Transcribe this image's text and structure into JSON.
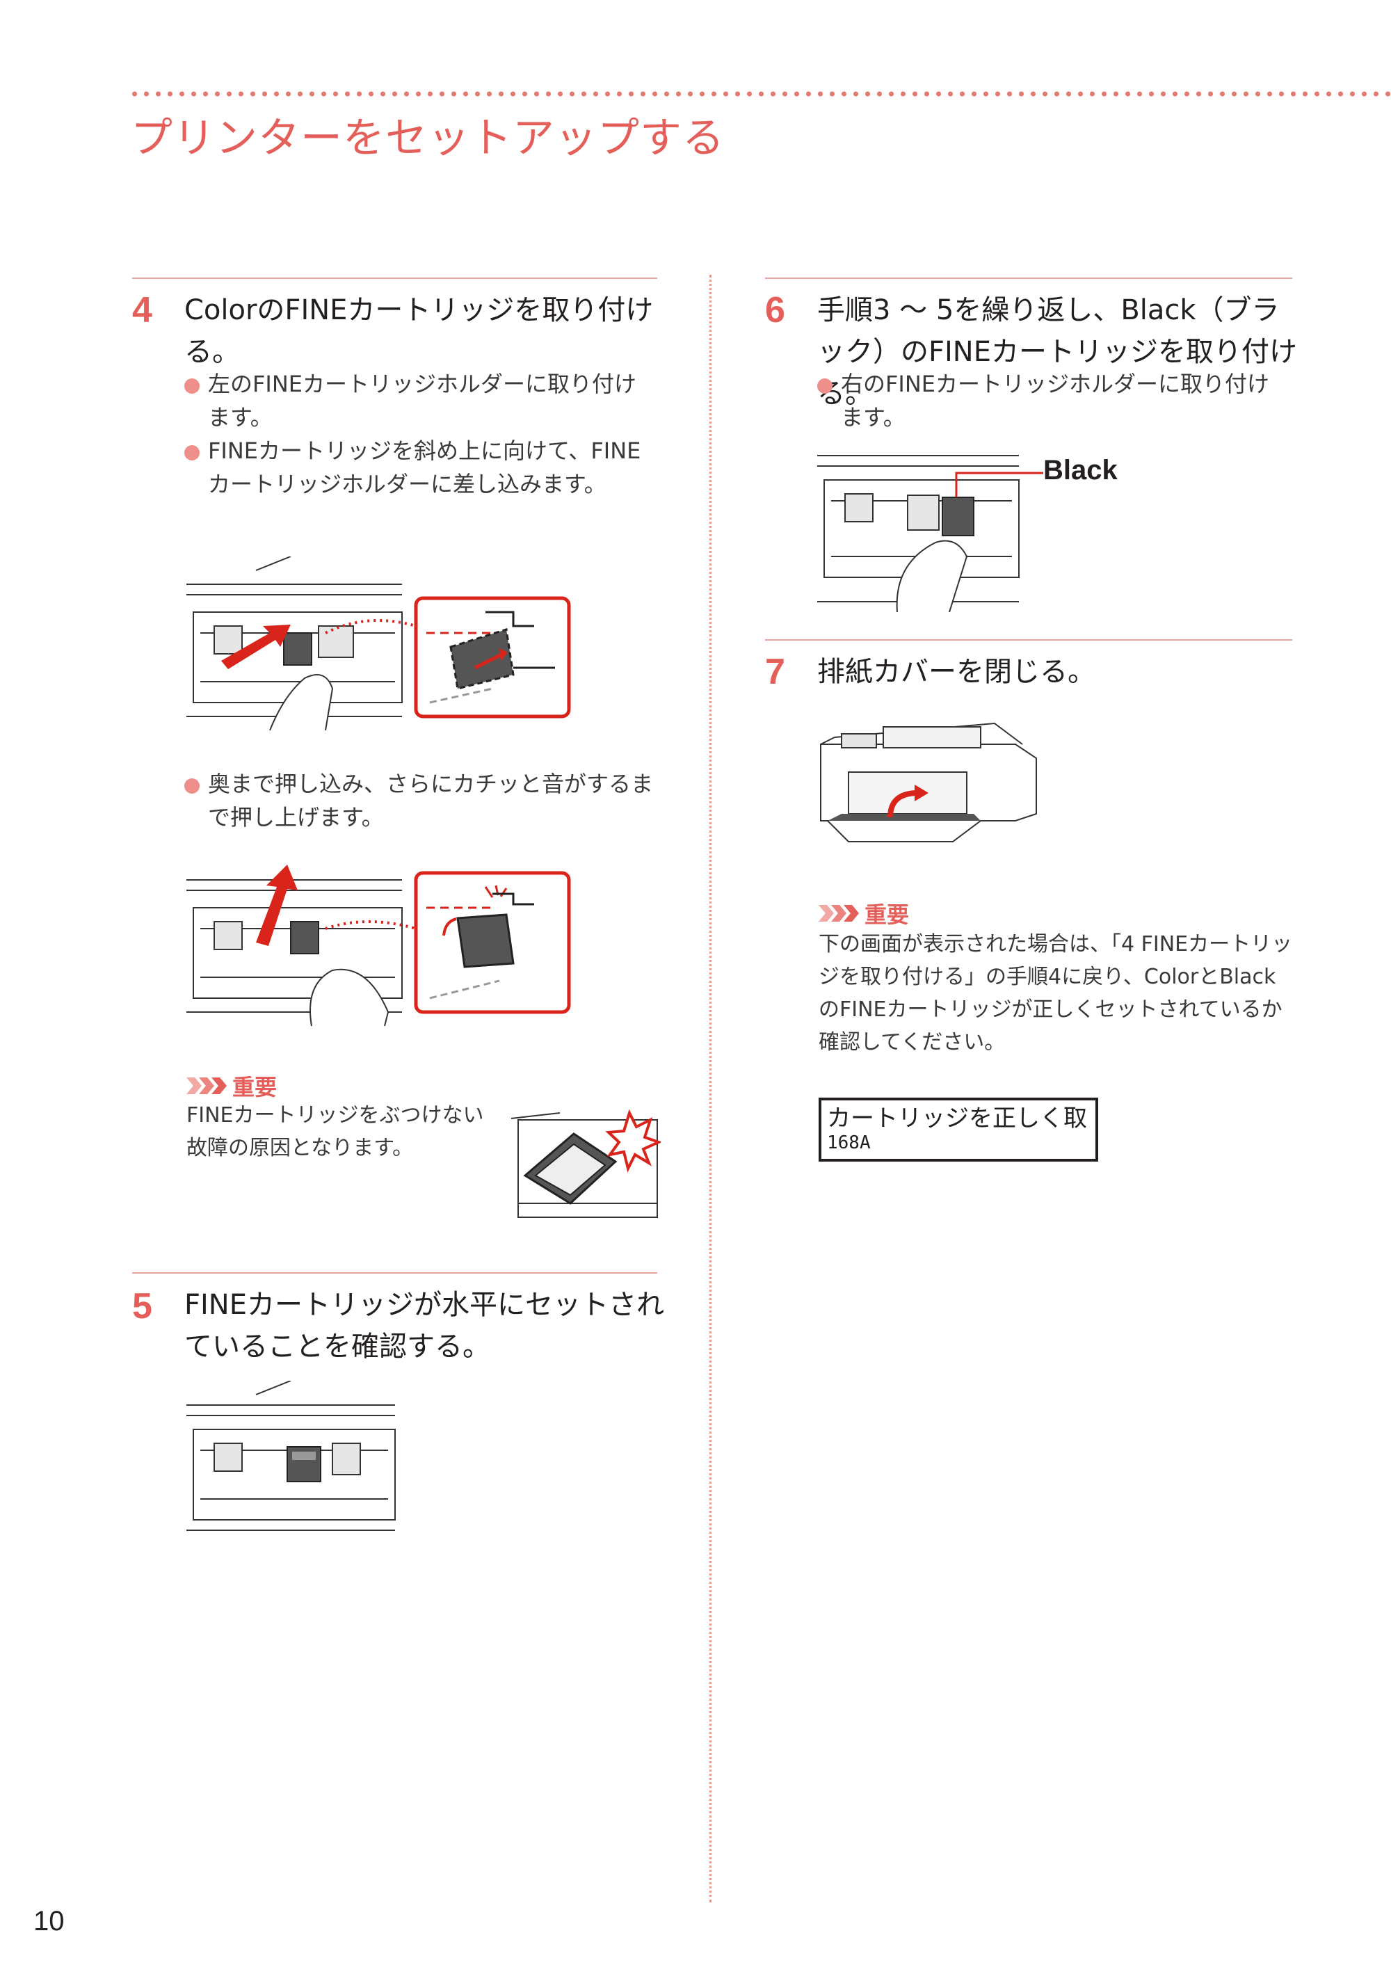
{
  "page": {
    "title": "プリンターをセットアップする",
    "page_number": "10"
  },
  "step4": {
    "number": "4",
    "title": "ColorのFINEカートリッジを取り付ける。",
    "bullets": [
      "左のFINEカートリッジホルダーに取り付けます。",
      "FINEカートリッジを斜め上に向けて、FINEカートリッジホルダーに差し込みます。"
    ],
    "bullet_after_figure": "奥まで押し込み、さらにカチッと音がするまで押し上げます。",
    "important_label": "重要",
    "important_text": [
      "FINEカートリッジをぶつけない",
      "故障の原因となります。"
    ]
  },
  "step5": {
    "number": "5",
    "title": "FINEカートリッジが水平にセットされていることを確認する。"
  },
  "step6": {
    "number": "6",
    "title": "手順3 ～ 5を繰り返し、Black（ブラック）のFINEカートリッジを取り付ける。",
    "bullets": [
      "右のFINEカートリッジホルダーに取り付けます。"
    ],
    "figure_label": "Black"
  },
  "step7": {
    "number": "7",
    "title": "排紙カバーを閉じる。",
    "important_label": "重要",
    "important_text": "下の画面が表示された場合は、「4 FINEカートリッジを取り付ける」の手順4に戻り、ColorとBlackのFINEカートリッジが正しくセットされているか確認してください。",
    "lcd_line1": "カートリッジを正しく取",
    "lcd_line2": "168A"
  },
  "colors": {
    "accent": "#e45f5a",
    "rule": "#e6a39a",
    "text": "#231f20"
  }
}
